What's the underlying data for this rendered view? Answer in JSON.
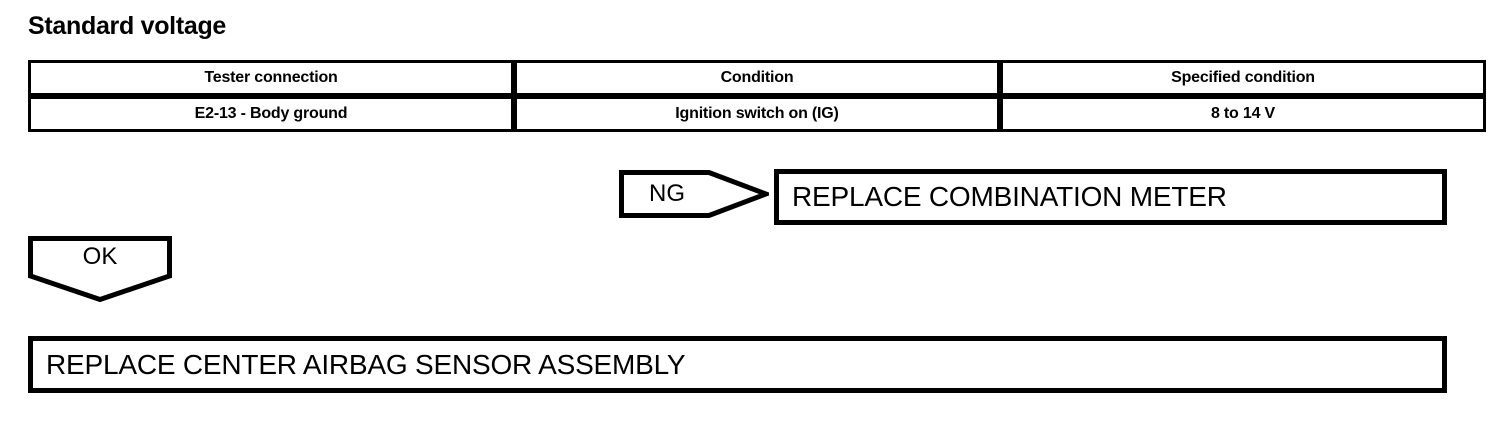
{
  "section": {
    "title": "Standard voltage"
  },
  "table": {
    "headers": [
      "Tester connection",
      "Condition",
      "Specified condition"
    ],
    "rows": [
      [
        "E2-13 - Body ground",
        "Ignition switch on (IG)",
        "8 to 14 V"
      ]
    ]
  },
  "flow": {
    "ng_arrow": {
      "label": "NG",
      "icon": "arrow-right-pentagon"
    },
    "ok_arrow": {
      "label": "OK",
      "icon": "arrow-down-pentagon"
    },
    "actions": [
      {
        "text": "REPLACE COMBINATION METER"
      },
      {
        "text": "REPLACE CENTER AIRBAG SENSOR ASSEMBLY"
      }
    ]
  },
  "colors": {
    "ink": "#000000",
    "paper": "#ffffff"
  }
}
